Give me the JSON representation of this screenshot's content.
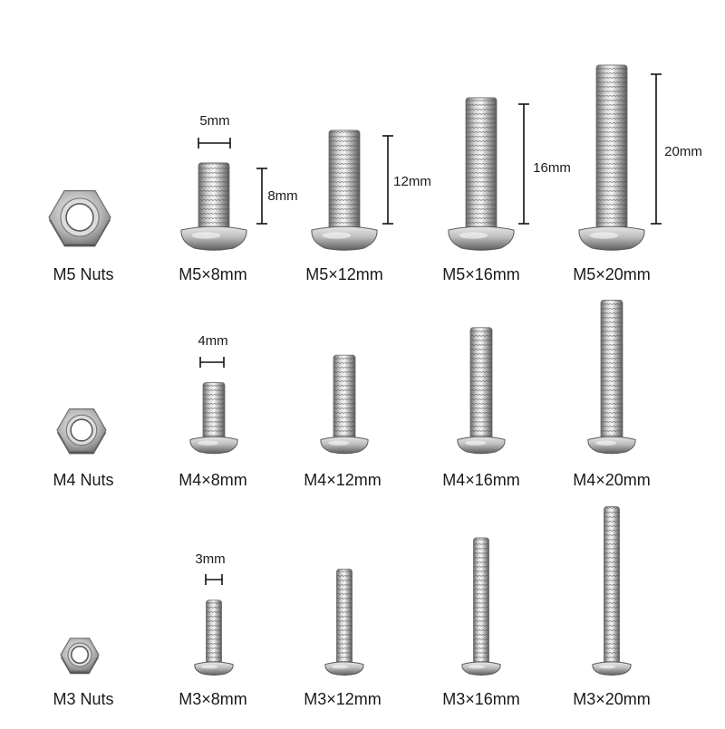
{
  "colors": {
    "background": "#ffffff",
    "text": "#1a1a1a",
    "metal_dark": "#5e5e5e",
    "metal_mid": "#a8a8a8",
    "metal_light": "#f2f2f2",
    "dimension_line": "#111111"
  },
  "rows": [
    {
      "nut_label": "M5 Nuts",
      "screws": [
        {
          "label": "M5×8mm",
          "length_mm": 8
        },
        {
          "label": "M5×12mm",
          "length_mm": 12
        },
        {
          "label": "M5×16mm",
          "length_mm": 16
        },
        {
          "label": "M5×20mm",
          "length_mm": 20
        }
      ],
      "diameter_label": "5mm",
      "length_labels": [
        "8mm",
        "12mm",
        "16mm",
        "20mm"
      ]
    },
    {
      "nut_label": "M4 Nuts",
      "screws": [
        {
          "label": "M4×8mm",
          "length_mm": 8
        },
        {
          "label": "M4×12mm",
          "length_mm": 12
        },
        {
          "label": "M4×16mm",
          "length_mm": 16
        },
        {
          "label": "M4×20mm",
          "length_mm": 20
        }
      ],
      "diameter_label": "4mm"
    },
    {
      "nut_label": "M3 Nuts",
      "screws": [
        {
          "label": "M3×8mm",
          "length_mm": 8
        },
        {
          "label": "M3×12mm",
          "length_mm": 12
        },
        {
          "label": "M3×16mm",
          "length_mm": 16
        },
        {
          "label": "M3×20mm",
          "length_mm": 20
        }
      ],
      "diameter_label": "3mm"
    }
  ]
}
